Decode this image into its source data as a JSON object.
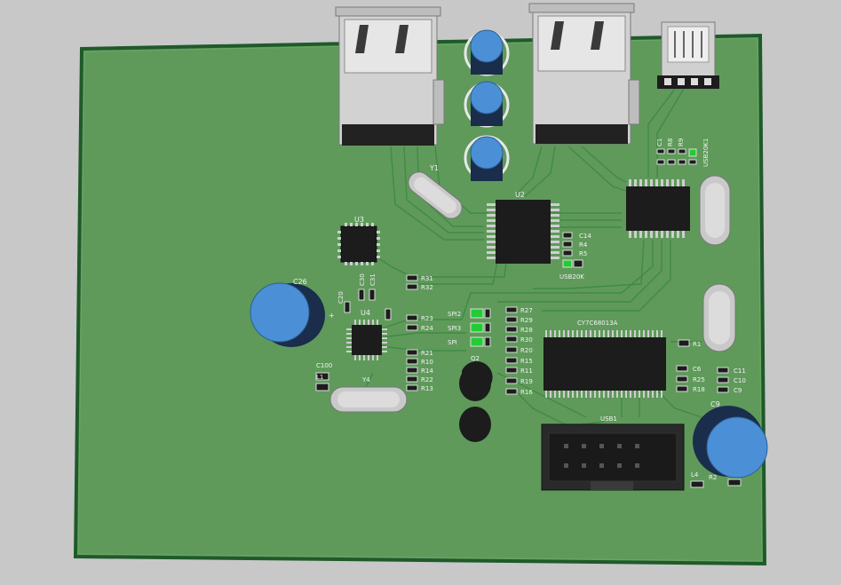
{
  "colors": {
    "background": "#c8c8c8",
    "board": "#5f9a5b",
    "board_edge": "#1f5a2a",
    "trace": "#3f8a45",
    "silkscreen": "#f2f2f2",
    "ic_body": "#1c1c1c",
    "cap_blue": "#4b8fd6",
    "led_green": "#22cc33",
    "connector_metal": "#c8c8c8"
  },
  "components": {
    "crystal_y1": "Y1",
    "ic_u2": "U2",
    "ic_u3": "U3",
    "ic_u4": "U4",
    "cap_c26": "C26",
    "cap_c9": "C9",
    "crystal_y4": "Y4",
    "cap_c100": "C100",
    "inductor_l1": "L1",
    "inductor_l4": "L4",
    "transistor_q2": "Q2",
    "main_ic": "CY7C68013A",
    "header_usb1": "USB1",
    "usb20k": "USB20K",
    "usb20k1": "USB20K1",
    "plus_sign": "+",
    "c14": "C14",
    "r4": "R4",
    "r5": "R5",
    "c20": "C20",
    "c30": "C30",
    "c31": "C31",
    "r31": "R31",
    "r32": "R32",
    "r23": "R23",
    "r24": "R24",
    "r21": "R21",
    "r10": "R10",
    "r14": "R14",
    "r22": "R22",
    "r13": "R13",
    "spi2": "SPI2",
    "spi3": "SPI3",
    "spi": "SPI",
    "r27": "R27",
    "r29": "R29",
    "r28": "R28",
    "r30": "R30",
    "r20": "R20",
    "r15": "R15",
    "r11": "R11",
    "r19": "R19",
    "r16": "R16",
    "r1": "R1",
    "c6": "C6",
    "r25": "R25",
    "r18": "R18",
    "c11": "C11",
    "c10": "C10",
    "c9s": "C9",
    "c1x": "C1",
    "r8": "R8",
    "r9": "R9",
    "r2x": "R2"
  }
}
